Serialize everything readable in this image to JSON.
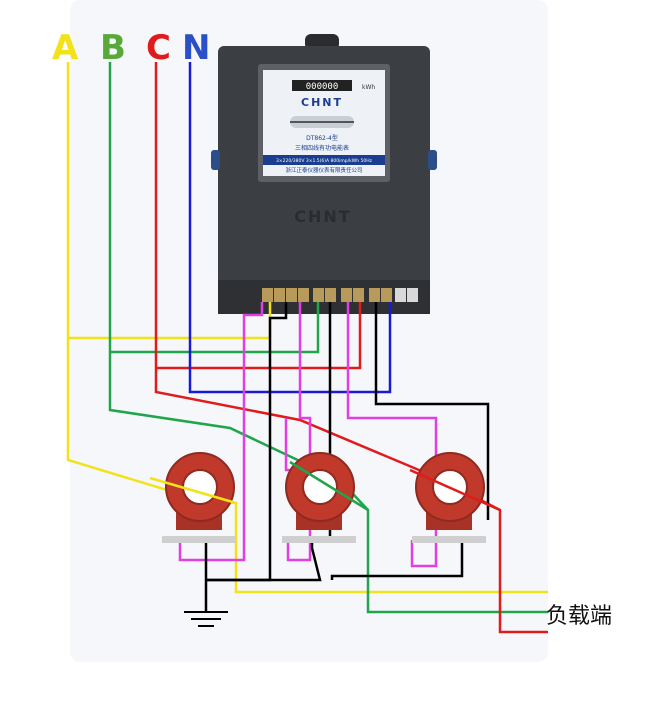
{
  "phases": [
    {
      "label": "A",
      "color": "#f2e21a"
    },
    {
      "label": "B",
      "color": "#58a83a"
    },
    {
      "label": "C",
      "color": "#e01b1b"
    },
    {
      "label": "N",
      "color": "#2b4fc7"
    }
  ],
  "meter": {
    "brand": "CHNT",
    "model": "DT862-4型",
    "reading": "000000",
    "description": "三相四线有功电能表",
    "rating": "3×220/380V   3×1.5(6)A   800imp/kWh   50Hz",
    "manufacturer": "浙江正泰仪器仪表有限责任公司",
    "unit": "kWh"
  },
  "load_end": "负载端",
  "colors": {
    "yellow": "#f2e21a",
    "green": "#1fa54a",
    "red": "#e01b1b",
    "blue": "#1a1ad6",
    "magenta": "#e040e0",
    "black": "#000000",
    "ct_body": "#c0392b",
    "meter_body": "#3a3d40"
  }
}
